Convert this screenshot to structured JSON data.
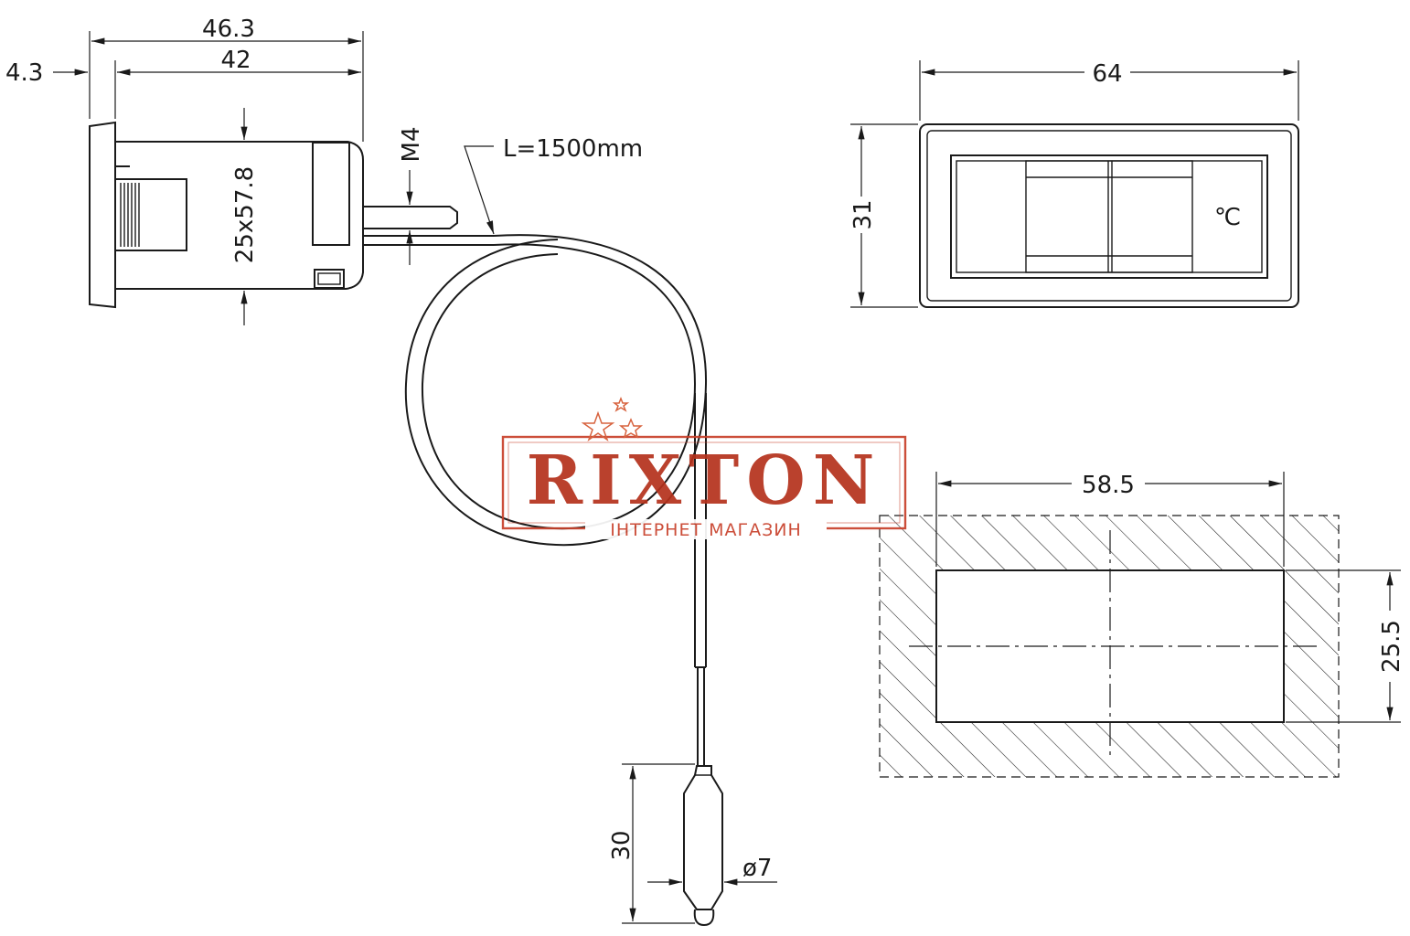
{
  "dimensions": {
    "overall_depth": "46.3",
    "body_depth": "42",
    "bezel_thickness": "4.3",
    "body_section": "25x57.8",
    "screw_thread": "M4",
    "cable_length": "L=1500mm",
    "front_width": "64",
    "front_height": "31",
    "cutout_width": "58.5",
    "cutout_height": "25.5",
    "probe_length": "30",
    "probe_diameter": "ø7"
  },
  "display": {
    "unit": "℃"
  },
  "watermark": {
    "brand": "RIXTON",
    "subtitle": "ІНТЕРНЕТ МАГАЗИН",
    "brand_color": "#b5311c"
  }
}
